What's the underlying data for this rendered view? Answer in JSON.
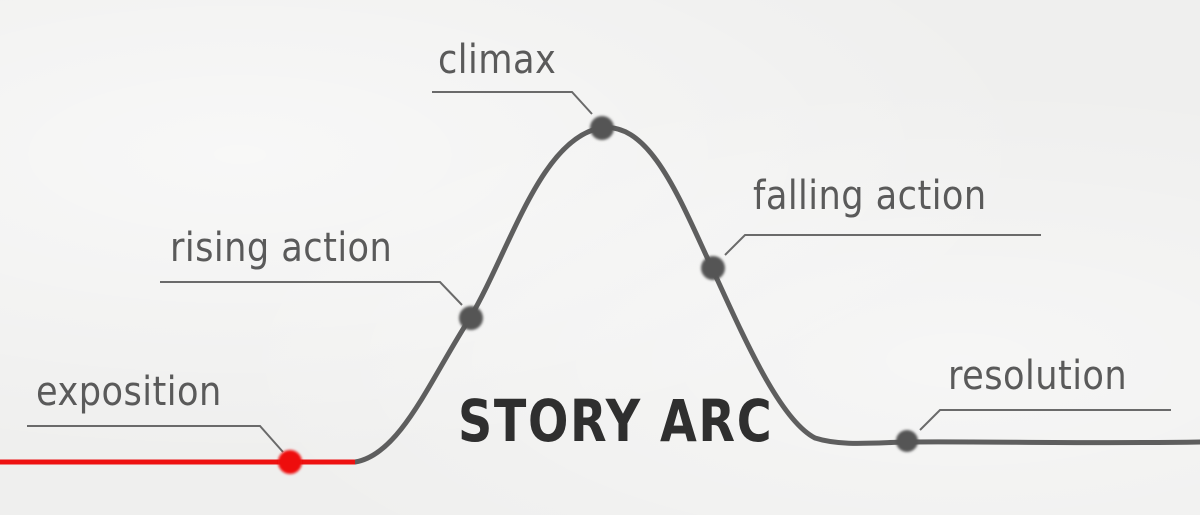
{
  "diagram": {
    "title": "STORY ARC",
    "colors": {
      "background": "#efefee",
      "curve": "#5e5e5e",
      "leader": "#6a6a6a",
      "marker": "#555555",
      "highlight": "#ee1111",
      "label_text": "#5a5a5a",
      "title_text": "#2f2f2f"
    },
    "stages": [
      {
        "id": "exposition",
        "label": "exposition",
        "highlighted": true
      },
      {
        "id": "rising-action",
        "label": "rising action",
        "highlighted": false
      },
      {
        "id": "climax",
        "label": "climax",
        "highlighted": false
      },
      {
        "id": "falling-action",
        "label": "falling action",
        "highlighted": false
      },
      {
        "id": "resolution",
        "label": "resolution",
        "highlighted": false
      }
    ]
  }
}
